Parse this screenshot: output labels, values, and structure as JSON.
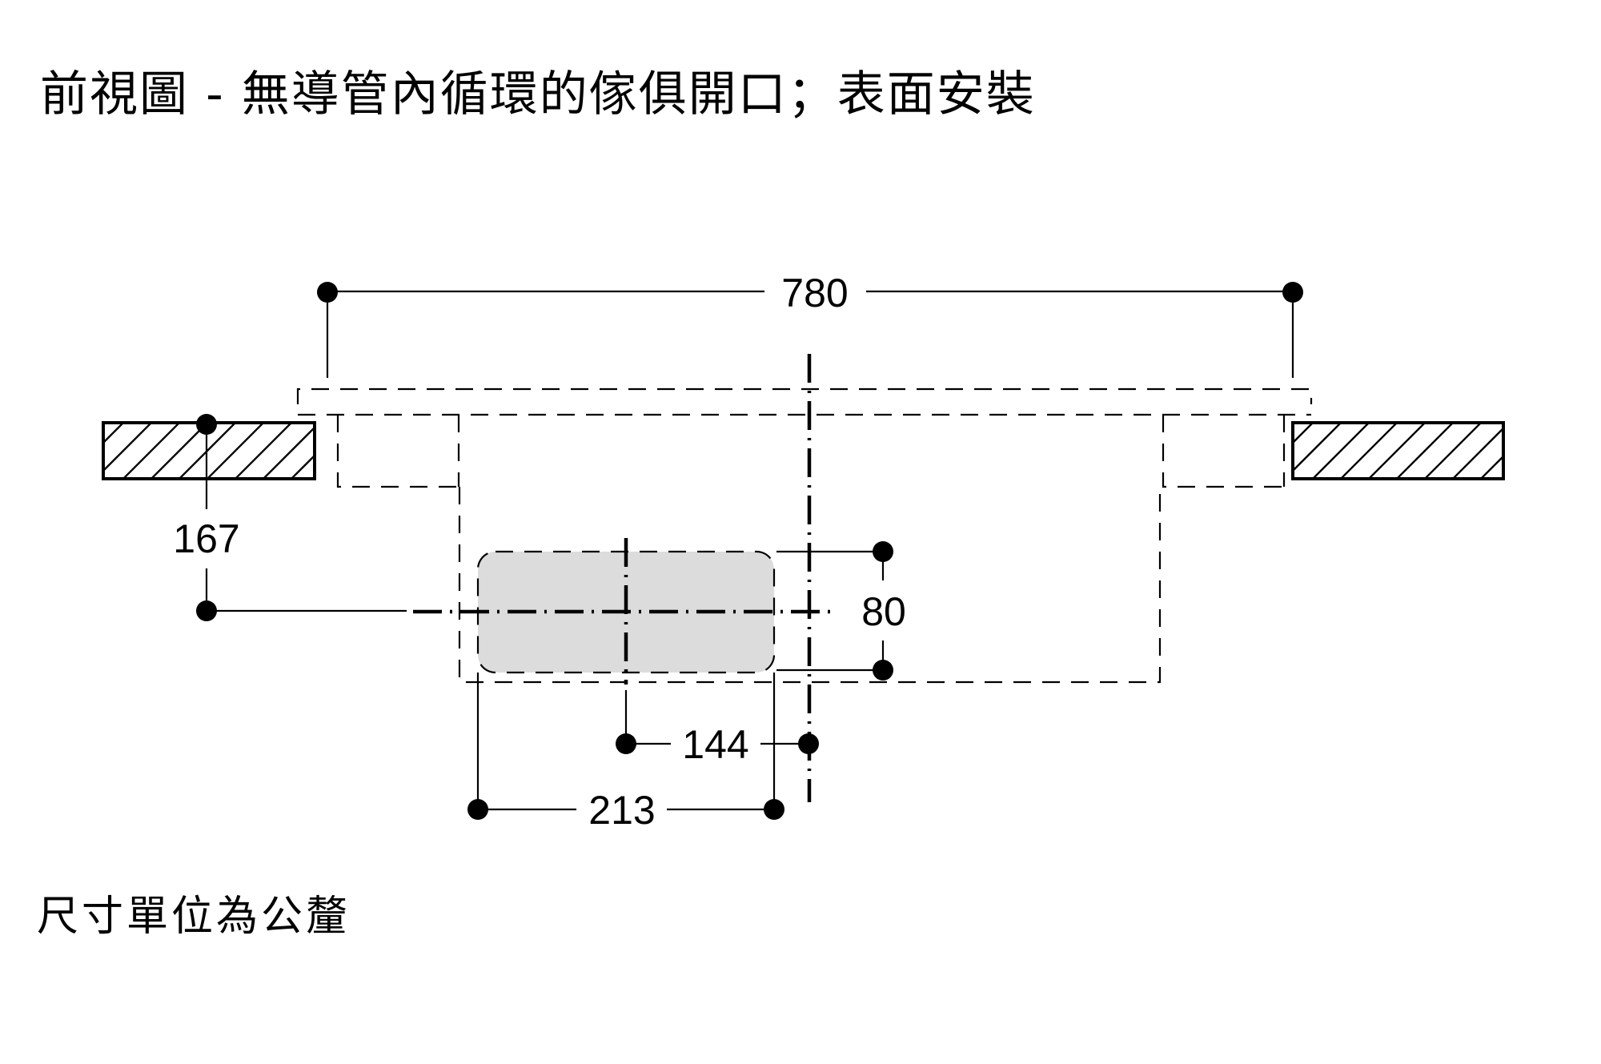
{
  "title": "前視圖 - 無導管內循環的傢俱開口；表面安裝",
  "footer_note": "尺寸單位為公釐",
  "units": "mm",
  "dimensions": {
    "overall_width": "780",
    "vertical_offset": "167",
    "vent_height": "80",
    "center_offset": "144",
    "vent_width": "213"
  },
  "colors": {
    "line": "#000000",
    "vent_fill": "#dcdcdc",
    "background": "#ffffff"
  }
}
